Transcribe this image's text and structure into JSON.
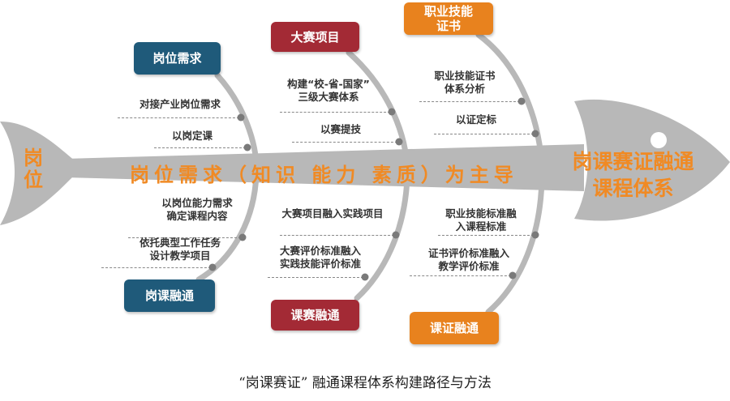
{
  "colors": {
    "blue": "#1f5a7a",
    "red": "#a32a35",
    "orange": "#e8821e",
    "bone": "#b8b8b8",
    "text_orange": "#f08a24"
  },
  "tail": "岗位",
  "spine": "岗位需求（知识 能力 素质）为主导",
  "head": {
    "line1": "岗课赛证融通",
    "line2": "课程体系"
  },
  "categories": [
    {
      "top": "岗位需求",
      "bottom": "岗课融通",
      "top_items": [
        "对接产业岗位需求",
        "以岗定课"
      ],
      "bottom_items": [
        "以岗位能力需求\n确定课程内容",
        "依托典型工作任务\n设计教学项目"
      ]
    },
    {
      "top": "大赛项目",
      "bottom": "课赛融通",
      "top_items": [
        "构建“校-省-国家”\n三级大赛体系",
        "以赛提技"
      ],
      "bottom_items": [
        "大赛项目融入实践项目",
        "大赛评价标准融入\n实践技能评价标准"
      ]
    },
    {
      "top": "职业技能\n证书",
      "bottom": "课证融通",
      "top_items": [
        "职业技能证书\n体系分析",
        "以证定标"
      ],
      "bottom_items": [
        "职业技能标准融\n入课程标准",
        "证书评价标准融入\n教学评价标准"
      ]
    }
  ],
  "caption": "“岗课赛证” 融通课程体系构建路径与方法"
}
